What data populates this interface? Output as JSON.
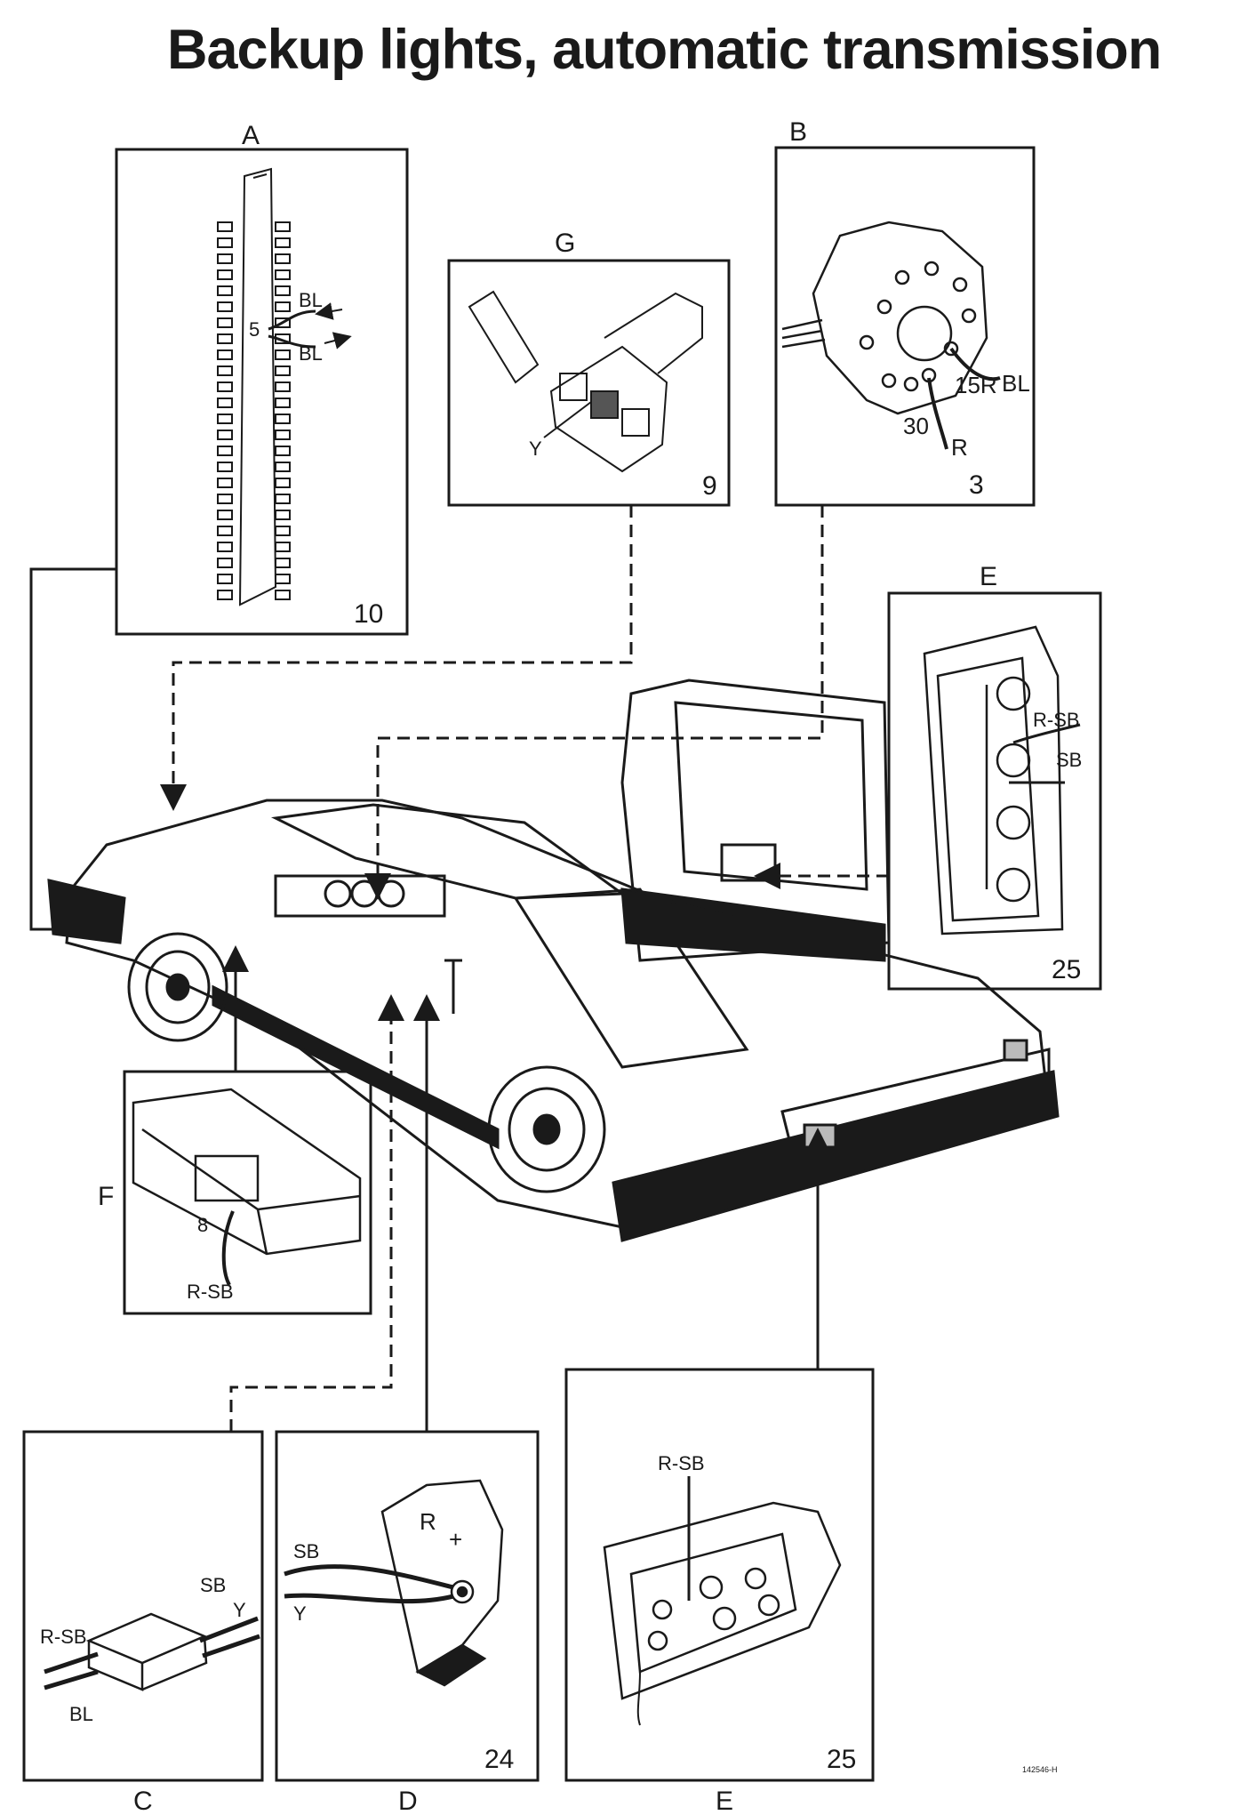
{
  "title": "Backup lights, automatic transmission",
  "panels": {
    "A": {
      "letter": "A",
      "number": "10",
      "wires": [
        "BL",
        "BL"
      ],
      "terminal": "5"
    },
    "B": {
      "letter": "B",
      "number": "3",
      "terminals": [
        "15R",
        "30"
      ],
      "wires": [
        "BL",
        "R"
      ]
    },
    "G": {
      "letter": "G",
      "number": "9",
      "wires": [
        "Y"
      ]
    },
    "E_top": {
      "letter": "E",
      "number": "25",
      "wires": [
        "R-SB",
        "SB"
      ]
    },
    "F": {
      "letter": "F",
      "pin": "8",
      "wires": [
        "R-SB"
      ]
    },
    "C": {
      "letter": "C",
      "wires": [
        "R-SB",
        "SB",
        "Y",
        "BL"
      ]
    },
    "D": {
      "letter": "D",
      "number": "24",
      "wires": [
        "SB",
        "Y"
      ],
      "marks": [
        "R",
        "+"
      ]
    },
    "E_bottom": {
      "letter": "E",
      "number": "25",
      "wires": [
        "R-SB"
      ]
    }
  },
  "figure_code": "142546-H",
  "colors": {
    "ink": "#1a1a1a",
    "paper": "#ffffff"
  }
}
